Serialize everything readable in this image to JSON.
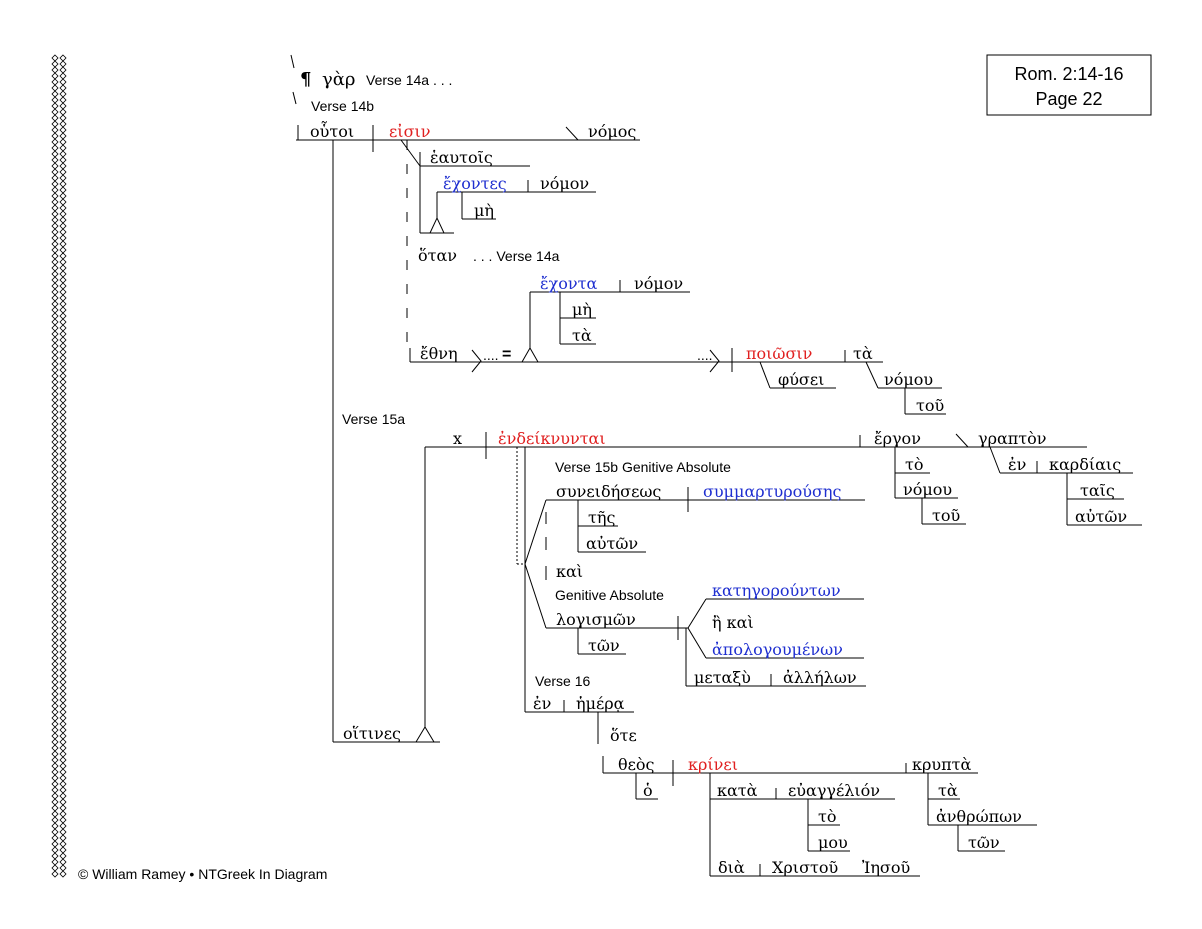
{
  "reference": {
    "line1": "Rom. 2:14-16",
    "line2": "Page 22"
  },
  "copyright": "© William Ramey • NTGreek In Diagram",
  "labels": {
    "pilcrow": "¶",
    "v14a_intro": "Verse 14a . . .",
    "v14b": "Verse 14b",
    "v15a": "Verse 15a",
    "v15b": "Verse 15b  Genitive Absolute",
    "gen_abs": "Genitive Absolute",
    "v16": "Verse 16",
    "v14a_ref": ". . . Verse 14a",
    "ellipsis": "....",
    "equals": "="
  },
  "words": {
    "gar": "γὰρ",
    "outoi": "οὗτοι",
    "eisin": "εἰσιν",
    "nomos": "νόμος",
    "eautois": "ἑαυτοῖς",
    "echontes": "ἔχοντες",
    "nomon1": "νόμον",
    "me1": "μὴ",
    "otan": "ὅταν",
    "echonta": "ἔχοντα",
    "nomon2": "νόμον",
    "me2": "μὴ",
    "ta1": "τὰ",
    "ethne": "ἔθνη",
    "poiosin": "ποιῶσιν",
    "ta2": "τὰ",
    "physei": "φύσει",
    "nomou1": "νόμου",
    "tou1": "τοῦ",
    "x": "x",
    "endeiknyntai": "ἐνδείκνυνται",
    "ergon": "ἔργον",
    "grapton": "γραπτὸν",
    "to1": "τὸ",
    "en1": "ἐν",
    "kardiais": "καρδίαις",
    "nomou2": "νόμου",
    "tais": "ταῖς",
    "tou2": "τοῦ",
    "auton1": "αὐτῶν",
    "syneideseos": "συνειδήσεως",
    "symmartyrouses": "συμμαρτυρούσης",
    "tes": "τῆς",
    "auton2": "αὐτῶν",
    "kai": "καὶ",
    "logismon": "λογισμῶν",
    "ton1": "τῶν",
    "kategorounton": "κατηγορούντων",
    "e_kai": "ἢ καὶ",
    "apologoumenon": "ἀπολογουμένων",
    "metaxy": "μεταξὺ",
    "allelon": "ἀλλήλων",
    "oitines": "οἵτινες",
    "en2": "ἐν",
    "hemera": "ἡμέρᾳ",
    "hote": "ὅτε",
    "theos": "θεὸς",
    "ho": "ὁ",
    "krinei": "κρίνει",
    "krypta": "κρυπτὰ",
    "kata": "κατὰ",
    "euangelion": "εὐαγγέλιόν",
    "ta3": "τὰ",
    "to2": "τὸ",
    "anthropon": "ἀνθρώπων",
    "mou": "μου",
    "ton2": "τῶν",
    "dia": "διὰ",
    "christou": "Χριστοῦ",
    "iesou": "Ἰησοῦ"
  },
  "colors": {
    "verb": "#e02020",
    "participle": "#1f2fd0",
    "line": "#000000"
  }
}
